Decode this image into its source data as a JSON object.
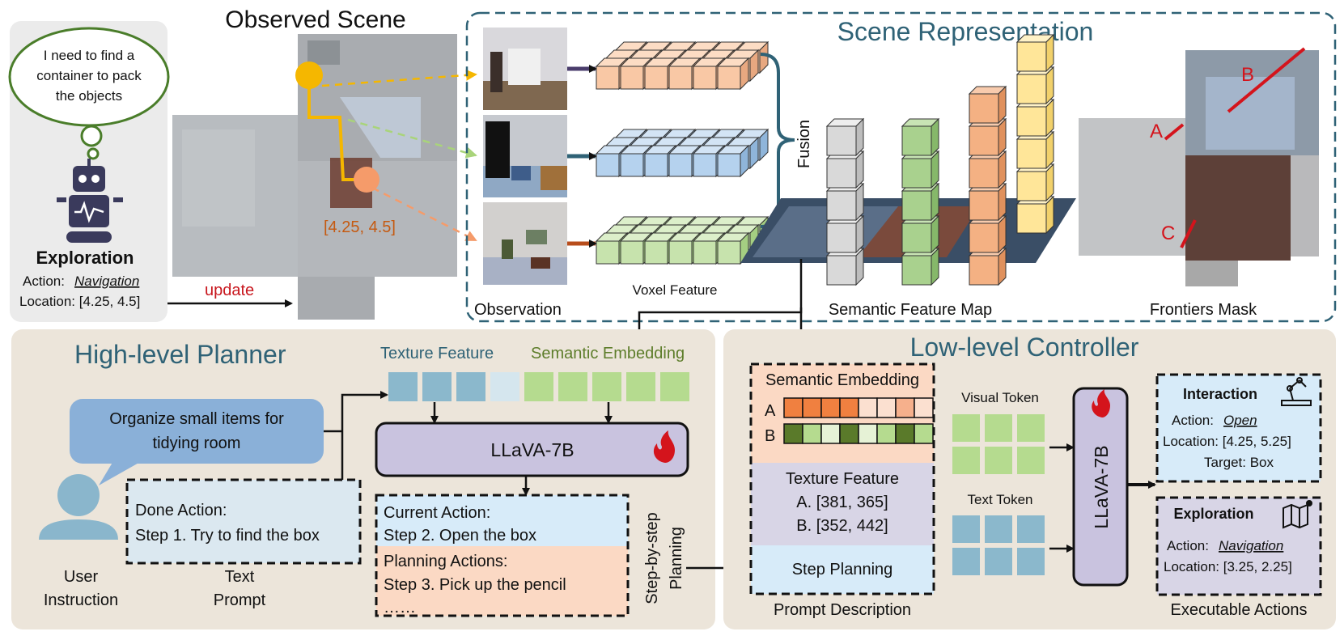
{
  "exploration_panel": {
    "thought": [
      "I need to find a",
      "container to pack",
      "the objects"
    ],
    "title": "Exploration",
    "action_prefix": "Action: ",
    "action_value": "Navigation",
    "location": "Location: [4.25, 4.5]",
    "update_label": "update"
  },
  "observed_scene": {
    "title": "Observed Scene",
    "coord_label": "[4.25, 4.5]"
  },
  "scene_representation": {
    "title": "Scene Representation",
    "observation_label": "Observation",
    "voxel_label": "Voxel Feature",
    "fusion_label": "Fusion",
    "semantic_map_label": "Semantic Feature Map",
    "frontiers_label": "Frontiers Mask",
    "frontier_a": "A",
    "frontier_b": "B",
    "frontier_c": "C"
  },
  "high_level_planner": {
    "title": "High-level Planner",
    "texture_feature_label": "Texture Feature",
    "semantic_embedding_label": "Semantic Embedding",
    "user_speech": [
      "Organize small items for",
      "tidying room"
    ],
    "model_name": "LLaVA-7B",
    "done_action": [
      "Done Action:",
      "Step 1. Try to find the box"
    ],
    "current_action": [
      "Current Action:",
      "Step 2. Open the box"
    ],
    "planning_actions": [
      "Planning Actions:",
      "Step 3. Pick up the pencil",
      "……"
    ],
    "user_label": [
      "User",
      "Instruction"
    ],
    "text_prompt_label": [
      "Text",
      "Prompt"
    ],
    "step_planning_label": [
      "Step-by-step",
      "Planning"
    ]
  },
  "low_level_controller": {
    "title": "Low-level Controller",
    "semantic_embedding_label": "Semantic Embedding",
    "row_a": "A",
    "row_b": "B",
    "texture_feature_label": "Texture Feature",
    "texture_a": "A. [381, 365]",
    "texture_b": "B. [352, 442]",
    "step_planning_label": "Step Planning",
    "prompt_description_label": "Prompt Description",
    "visual_token_label": "Visual Token",
    "text_token_label": "Text Token",
    "model_name": "LLaVA-7B",
    "interaction": {
      "title": "Interaction",
      "action_prefix": "Action: ",
      "action_value": "Open",
      "location": "Location: [4.25, 5.25]",
      "target": "Target: Box"
    },
    "exploration": {
      "title": "Exploration",
      "action_prefix": "Action: ",
      "action_value": "Navigation",
      "location": "Location: [3.25, 2.25]"
    },
    "executable_label": "Executable Actions"
  },
  "colors": {
    "teal_title": "#2f6276",
    "panel_bg": "#ece5da",
    "orange_marker": "#f5b700",
    "orange_point": "#f59b6a",
    "texture_blue": "#8bb8cc",
    "semantic_green": "#b5db8f",
    "llava_purple": "#c9c3df",
    "frontier_red": "#d4141c"
  }
}
